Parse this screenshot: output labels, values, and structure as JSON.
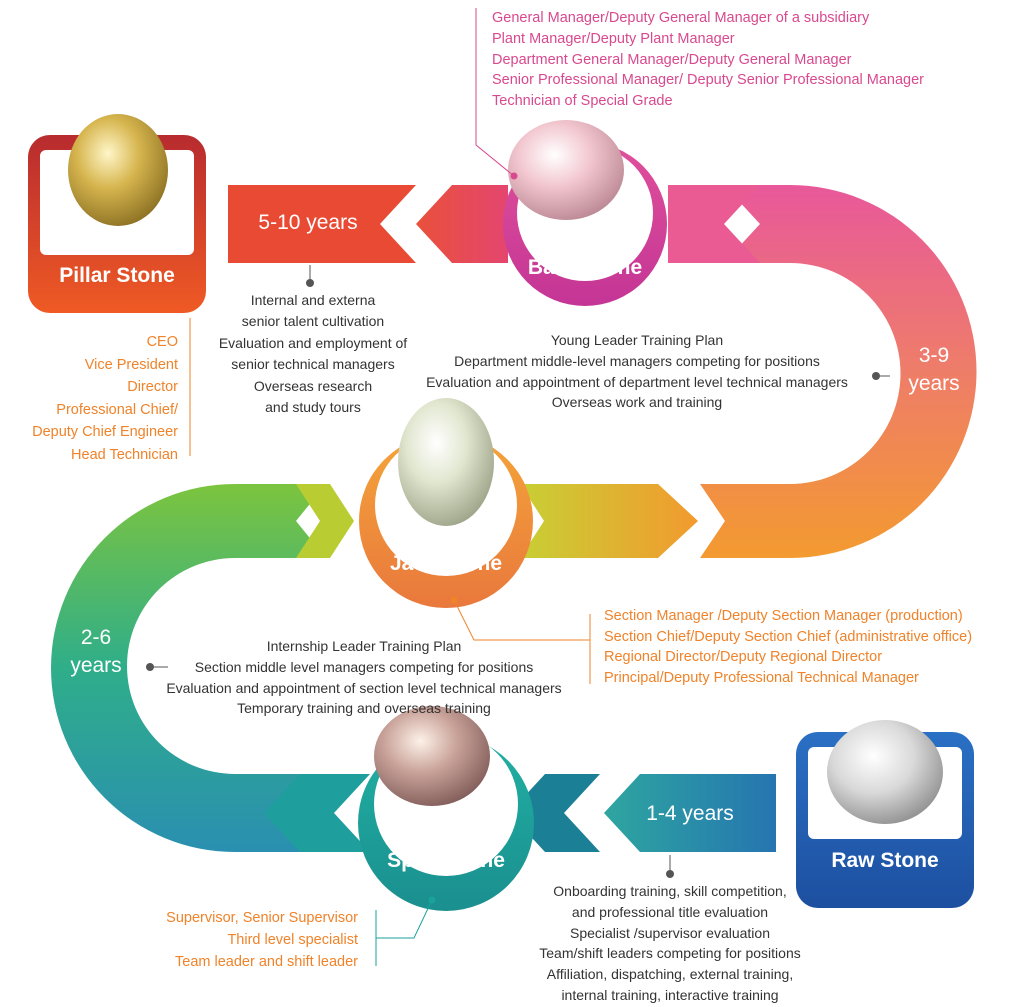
{
  "stones": {
    "pillar": "Pillar Stone",
    "base": "Base Stone",
    "jade": "Jade Stone",
    "spirit": "Spirit Stone",
    "raw": "Raw Stone"
  },
  "durations": {
    "d_5_10": "5-10 years",
    "d_3_9_a": "3-9",
    "d_3_9_b": "years",
    "d_2_6_a": "2-6",
    "d_2_6_b": "years",
    "d_1_4": "1-4 years"
  },
  "roles": {
    "base": [
      "General Manager/Deputy General Manager of a subsidiary",
      "Plant Manager/Deputy Plant Manager",
      "Department General Manager/Deputy General Manager",
      "Senior Professional Manager/ Deputy Senior Professional Manager",
      "Technician of Special Grade"
    ],
    "pillar": [
      "CEO",
      "Vice President",
      "Director",
      "Professional Chief/",
      "Deputy Chief Engineer",
      "Head Technician"
    ],
    "jade": [
      "Section Manager /Deputy Section Manager (production)",
      "Section Chief/Deputy Section Chief (administrative office)",
      "Regional Director/Deputy Regional Director",
      "Principal/Deputy Professional Technical Manager"
    ],
    "spirit": [
      "Supervisor, Senior Supervisor",
      "Third level specialist",
      "Team leader and shift leader"
    ]
  },
  "training": {
    "senior": [
      "Internal and externa",
      "senior talent cultivation",
      "Evaluation and employment of",
      "senior technical managers",
      "Overseas research",
      "and study tours"
    ],
    "young": [
      "Young Leader Training Plan",
      "Department middle-level managers competing for positions",
      "Evaluation and appointment of department level technical managers",
      "Overseas work and training"
    ],
    "intern": [
      "Internship Leader Training Plan",
      "Section middle level managers competing for positions",
      "Evaluation and appointment of section level technical managers",
      "Temporary training and overseas training"
    ],
    "onboard": [
      "Onboarding training, skill competition,",
      "and professional title evaluation",
      "Specialist /supervisor evaluation",
      "Team/shift leaders competing for positions",
      "Affiliation, dispatching, external training,",
      "internal training, interactive training"
    ]
  },
  "colors": {
    "pink": "#d8498f",
    "orange": "#f0832a",
    "red": "#e94b3c",
    "green": "#5cb848",
    "teal": "#1aa29a",
    "blue": "#2c6fb8"
  },
  "icons": [
    "pearl-gold-icon",
    "pearl-pink-icon",
    "pearl-green-icon",
    "pearl-rose-icon",
    "pearl-silver-icon"
  ]
}
